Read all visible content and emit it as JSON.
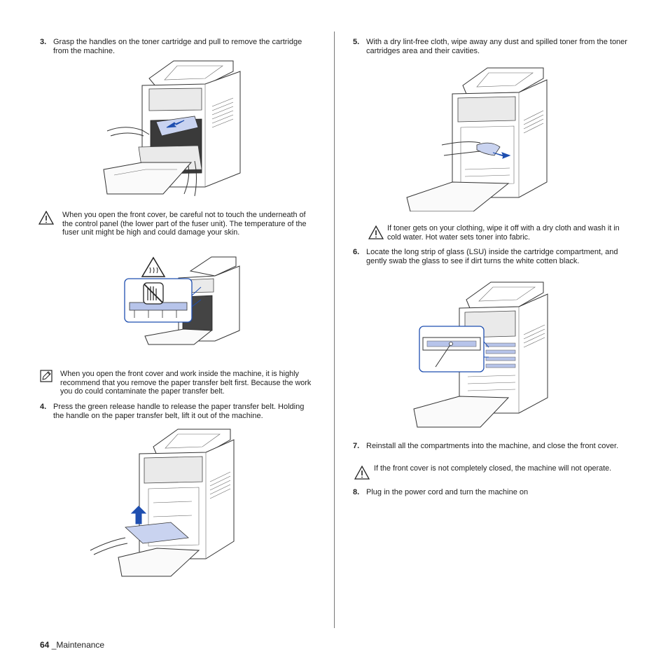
{
  "steps": {
    "s3": {
      "num": "3.",
      "text": "Grasp the handles on the toner cartridge and pull to remove the cartridge from the machine."
    },
    "s4": {
      "num": "4.",
      "text": "Press the green release handle to release the paper transfer belt. Holding the handle on the paper transfer belt, lift it out of the machine."
    },
    "s5": {
      "num": "5.",
      "text": "With a dry lint-free cloth, wipe away any dust and spilled toner from the toner cartridges area and their cavities."
    },
    "s6": {
      "num": "6.",
      "text": "Locate the long strip of glass (LSU) inside the cartridge compartment, and gently swab the glass to see if dirt turns the white cotten black."
    },
    "s7": {
      "num": "7.",
      "text": "Reinstall all the compartments into the machine, and close the front cover."
    },
    "s8": {
      "num": "8.",
      "text": "Plug in the power cord and turn the machine on"
    }
  },
  "notes": {
    "caution_fuser": "When you open the front cover, be careful not to touch the underneath of the control panel (the lower part of the fuser unit). The temperature of the fuser unit might be high and could damage your skin.",
    "note_belt": "When you open the front cover and work inside the machine, it is highly recommend that you remove the paper transfer belt first. Because the work you do could contaminate the paper transfer belt.",
    "caution_toner": "If toner gets on your clothing, wipe it off with a dry cloth and wash it in cold water. Hot water sets toner into fabric.",
    "caution_cover": "If the front cover is not completely closed, the machine will not operate."
  },
  "footer": {
    "page": "64",
    "section": "_Maintenance"
  },
  "icons": [
    "warning-triangle-icon",
    "note-pencil-icon",
    "hot-surface-icon",
    "no-touch-hand-icon"
  ],
  "colors": {
    "accent_blue": "#1f4fb0",
    "light_blue": "#c9d3f0",
    "text": "#222222"
  }
}
